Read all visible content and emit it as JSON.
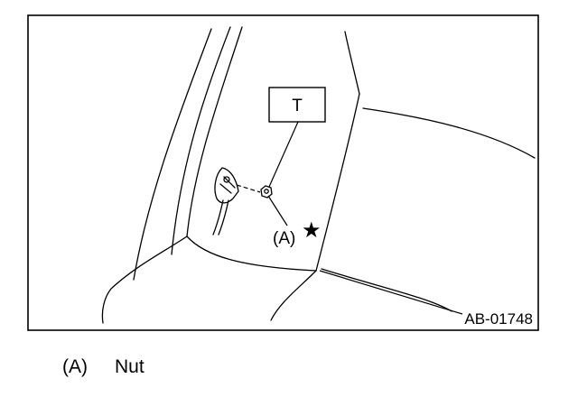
{
  "figure": {
    "torque_label": "T",
    "part_callout": "(A)",
    "callout_star": "★",
    "figure_id": "AB-01748"
  },
  "legend": [
    {
      "ref": "(A)",
      "text": "Nut"
    }
  ],
  "colors": {
    "line": "#000000",
    "background": "#ffffff"
  }
}
